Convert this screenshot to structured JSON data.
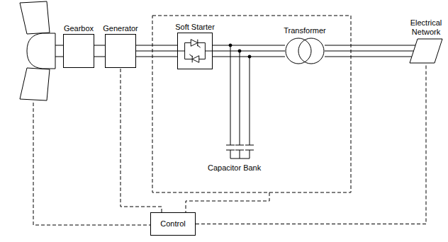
{
  "diagram": {
    "nodes": [
      {
        "text": [
          "Gearbox"
        ]
      },
      {
        "text": [
          "Generator"
        ]
      },
      {
        "text": [
          "Soft Starter"
        ]
      },
      {
        "text": [
          "Transformer"
        ]
      },
      {
        "text": [
          "Electrical Network"
        ]
      },
      {
        "text": [
          "Control"
        ]
      }
    ],
    "edges": [
      {
        "from": 0,
        "to": 1,
        "arrow": "none"
      },
      {
        "from": 1,
        "to": 2,
        "arrow": "none"
      },
      {
        "from": 2,
        "to": 3,
        "arrow": "none"
      },
      {
        "from": 3,
        "to": 4,
        "arrow": "none"
      },
      {
        "from": 5,
        "to": 1,
        "arrow": "none"
      },
      {
        "from": 5,
        "to": 4,
        "arrow": "none"
      }
    ],
    "labels": [
      "Capacitor Bank"
    ]
  }
}
